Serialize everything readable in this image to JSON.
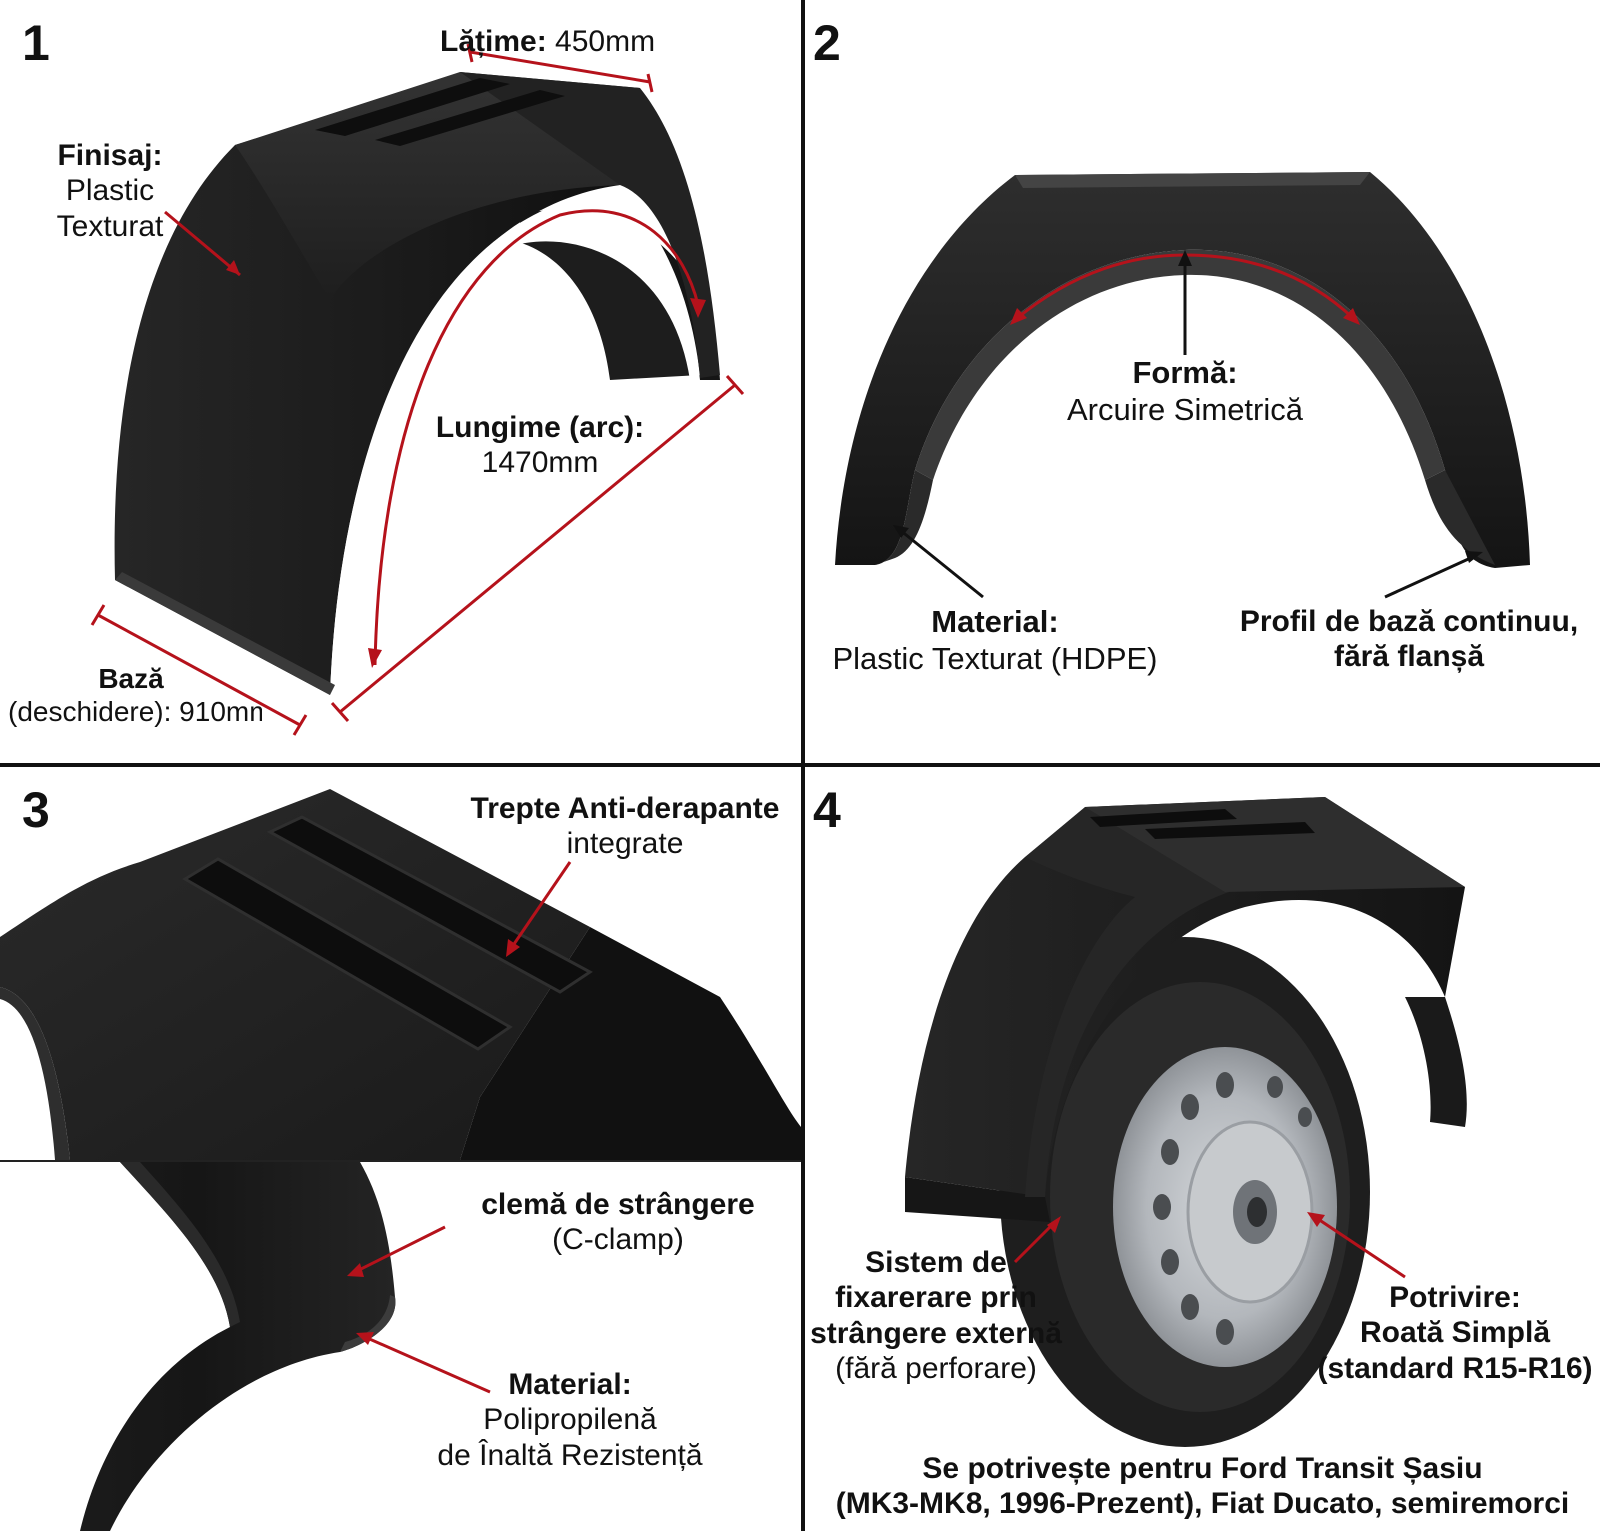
{
  "panels": [
    {
      "number": "1",
      "labels": {
        "finisaj_title": "Finisaj:",
        "finisaj_line1": "Plastic",
        "finisaj_line2": "Texturat",
        "latime_title": "Lățime:",
        "latime_value": "450mm",
        "lungime_title": "Lungime (arc):",
        "lungime_value": "1470mm",
        "baza_title": "Bază",
        "baza_value": "(deschidere): 910mm"
      }
    },
    {
      "number": "2",
      "labels": {
        "forma_title": "Formă:",
        "forma_value": "Arcuire Simetrică",
        "material_title": "Material:",
        "material_value": "Plastic Texturat (HDPE)",
        "profil_line1": "Profil de bază continuu,",
        "profil_line2": "fără flanșă"
      }
    },
    {
      "number": "3",
      "labels": {
        "trepte_title": "Trepte Anti-derapante",
        "trepte_value": "integrate",
        "clema_title": "clemă de strângere",
        "clema_value": "(C-clamp)",
        "material_title": "Material:",
        "material_line1": "Polipropilenă",
        "material_line2": "de Înaltă Rezistență"
      }
    },
    {
      "number": "4",
      "labels": {
        "sistem_line1": "Sistem de",
        "sistem_line2": "fixarerare prin",
        "sistem_line3": "strângere externă",
        "sistem_line4": "(fără perforare)",
        "potrivire_title": "Potrivire:",
        "potrivire_line1": "Roată Simplă",
        "potrivire_line2": "(standard R15-R16)",
        "compat_line1": "Se potrivește pentru Ford Transit Șasiu",
        "compat_line2": "(MK3-MK8, 1996-Prezent), Fiat Ducato, semiremorci"
      }
    }
  ],
  "colors": {
    "fender": "#1b1b1b",
    "fender_highlight": "#3a3a3a",
    "arrow_red": "#b5121b",
    "arrow_black": "#111111",
    "divider": "#111111",
    "rim": "#b9bdc2",
    "tire": "#1e1e1e"
  }
}
